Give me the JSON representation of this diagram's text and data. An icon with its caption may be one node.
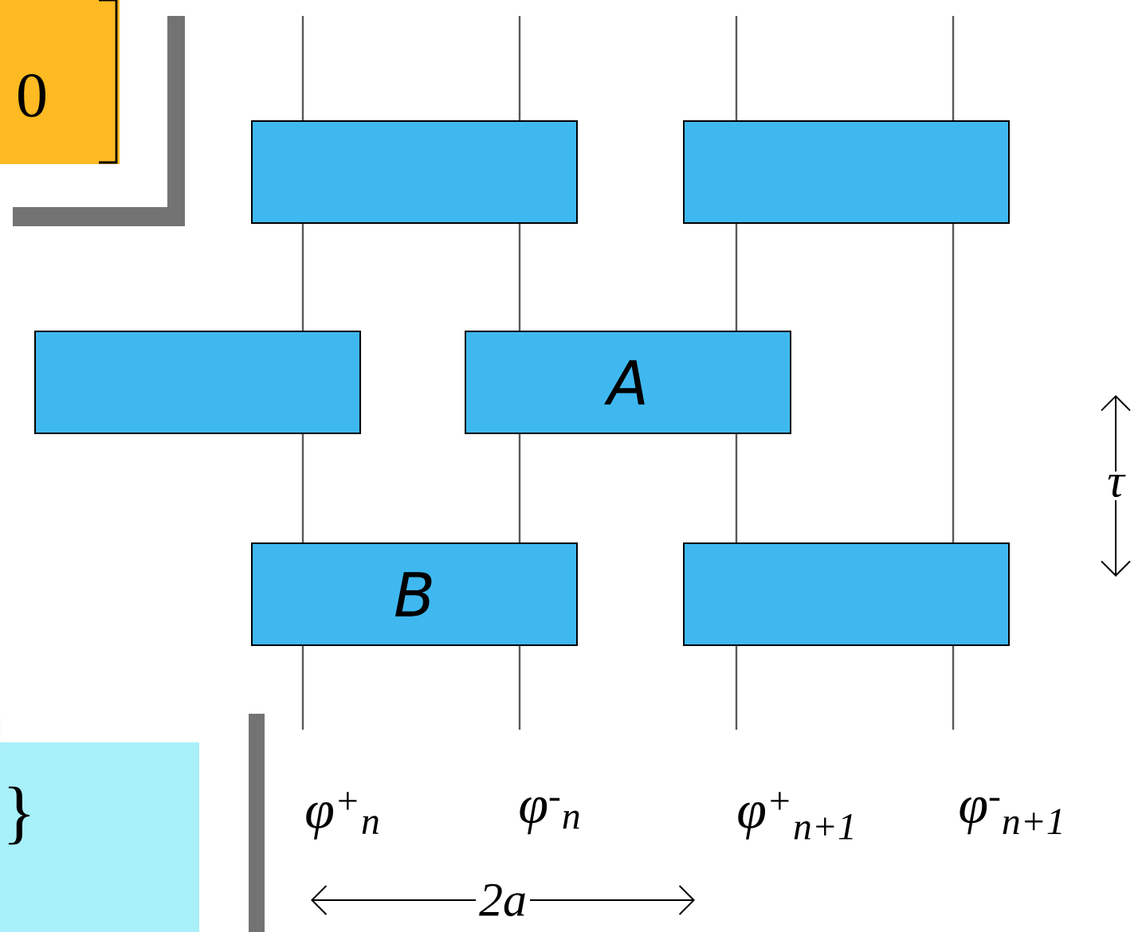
{
  "diagram": {
    "nodes": [
      {
        "text": [
          "0"
        ]
      },
      {
        "text": [],
        "shape": "box"
      },
      {
        "text": [],
        "shape": "box"
      },
      {
        "text": [],
        "shape": "box"
      },
      {
        "text": [
          "A"
        ]
      },
      {
        "text": [
          "B"
        ]
      },
      {
        "text": [],
        "shape": "box"
      },
      {
        "text": [
          "}"
        ]
      }
    ],
    "labels": [
      "φ$^{+}$$_{n}$",
      "φ$^{-}$$_{n}$",
      "φ$^{+}$$_{n+1}$",
      "φ$^{-}$$_{n+1}$",
      "2a",
      "τ"
    ]
  }
}
